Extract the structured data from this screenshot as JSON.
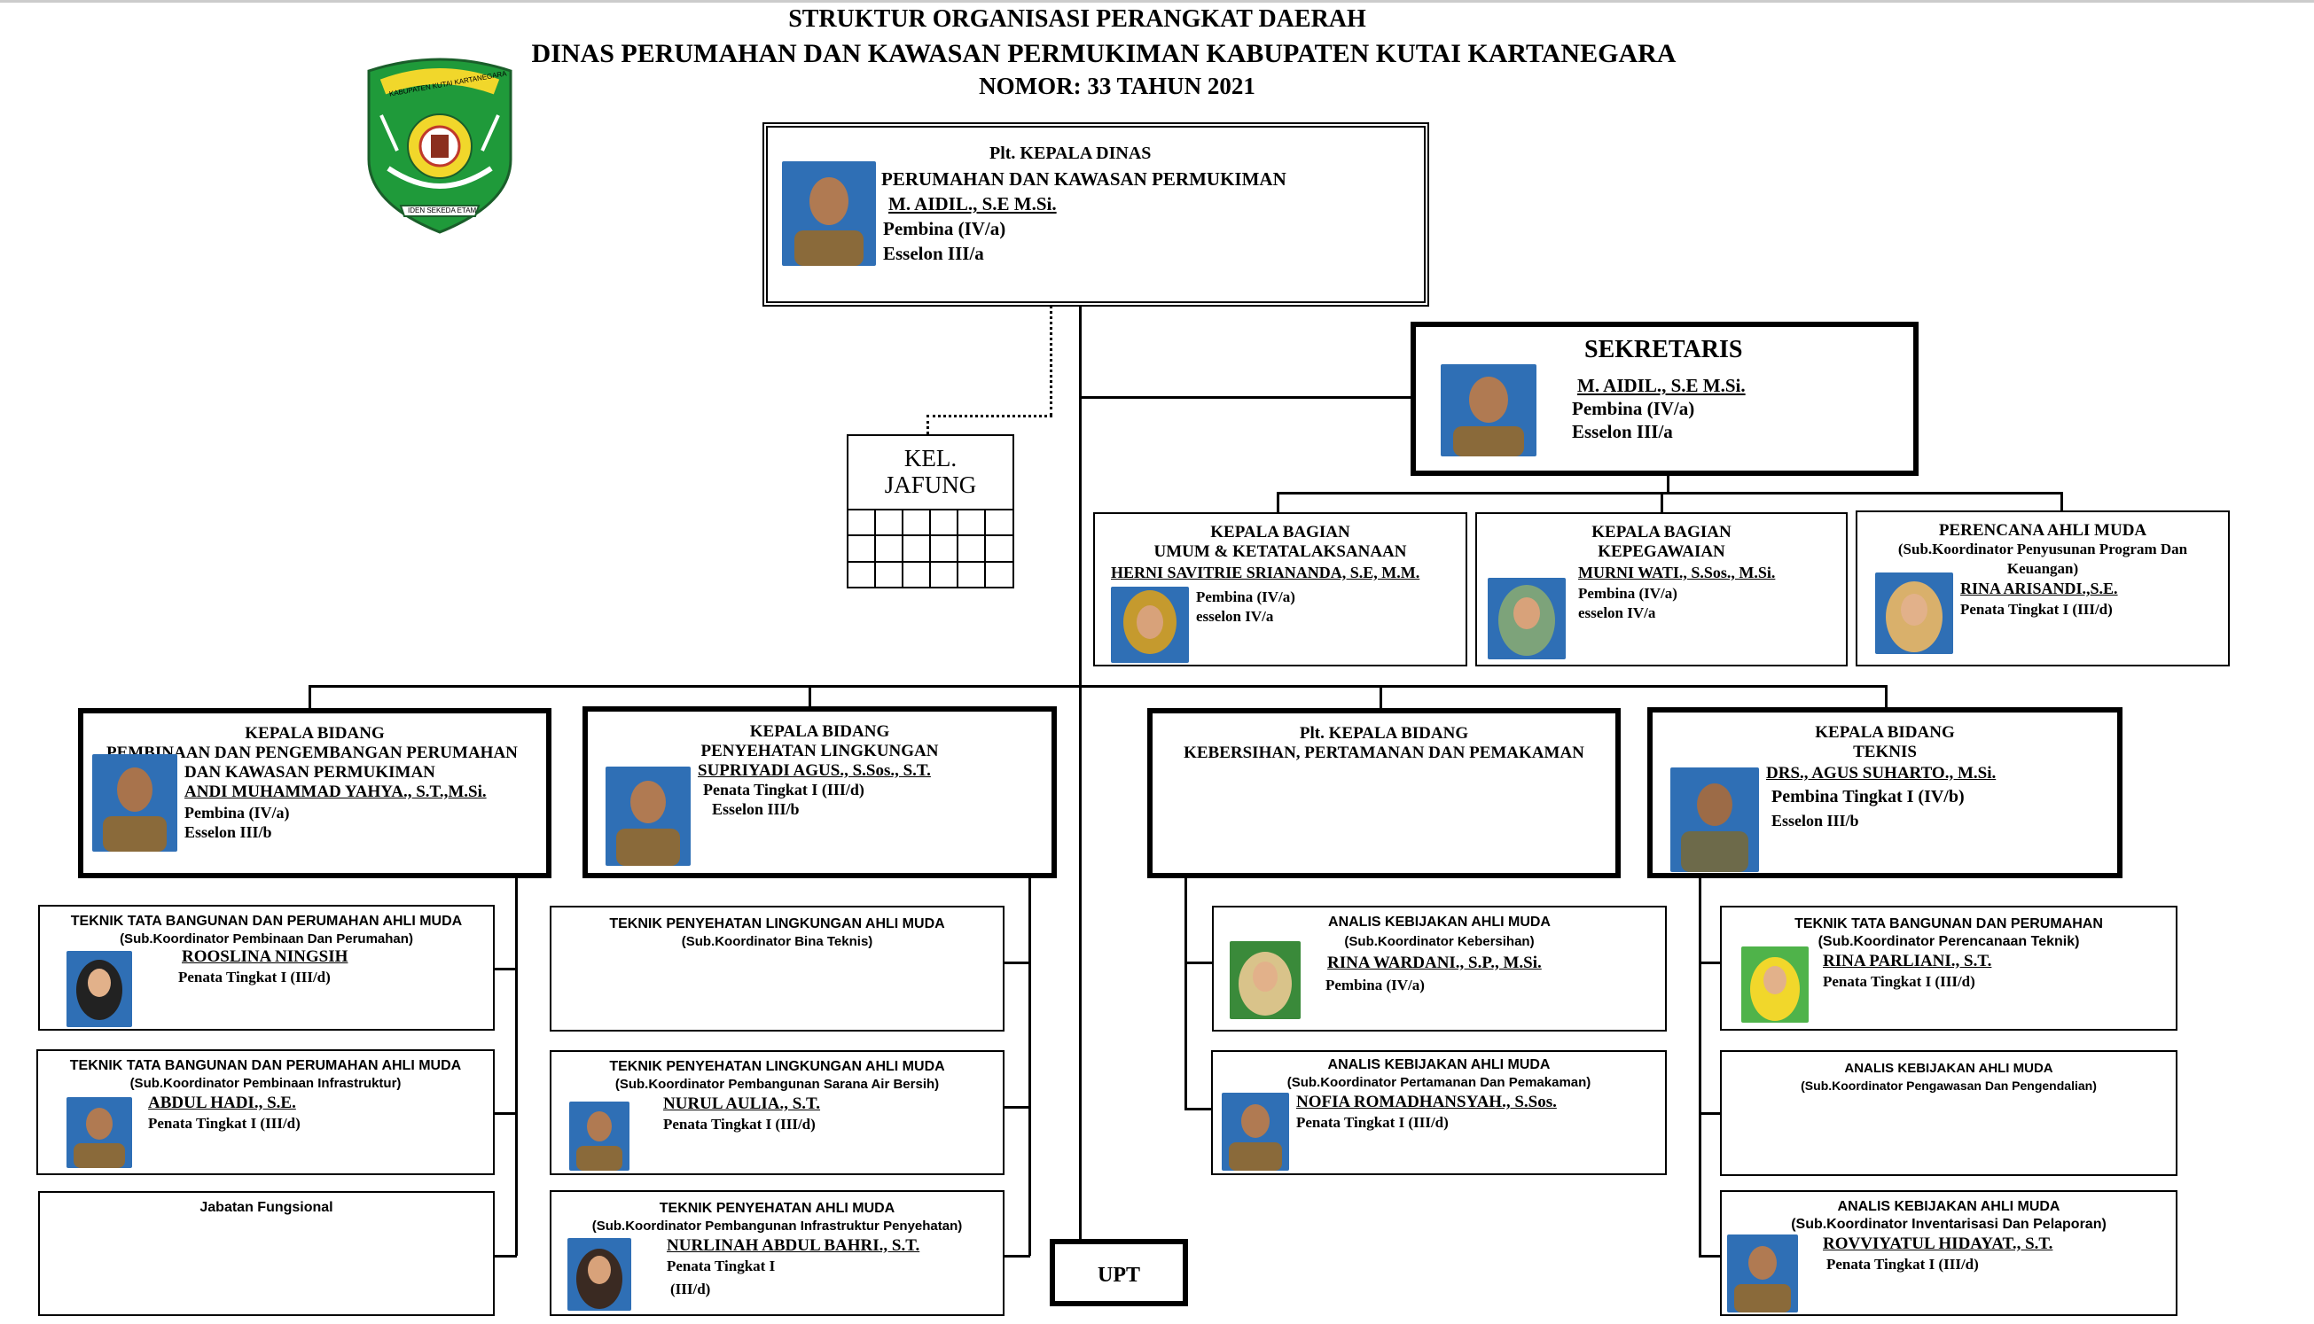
{
  "header": {
    "line1": "STRUKTUR ORGANISASI PERANGKAT DAERAH",
    "line2": "DINAS PERUMAHAN DAN KAWASAN PERMUKIMAN KABUPATEN KUTAI KARTANEGARA",
    "line3": "NOMOR: 33 TAHUN 2021"
  },
  "logo": {
    "top_text": "KABUPATEN KUTAI KARTANEGARA",
    "bottom_text": "IDEN SEKEDA ETAM"
  },
  "colors": {
    "logo_green": "#1f9a3a",
    "logo_yellow": "#f1d72b",
    "photo_blue": "#2f6fb5"
  },
  "kepala": {
    "title": "Plt. KEPALA  DINAS",
    "subtitle": "PERUMAHAN DAN KAWASAN PERMUKIMAN",
    "name": "M. AIDIL., S.E M.Si.",
    "rank": "Pembina (IV/a)",
    "esselon": "Esselon III/a"
  },
  "jafung": {
    "line1": "KEL.",
    "line2": "JAFUNG"
  },
  "sekretaris": {
    "title": "SEKRETARIS",
    "name": "M. AIDIL., S.E M.Si.",
    "rank": "Pembina (IV/a)",
    "esselon": "Esselon III/a"
  },
  "bagian": [
    {
      "l1": "KEPALA BAGIAN",
      "l2": "UMUM & KETATALAKSANAAN",
      "name": "HERNI SAVITRIE SRIANANDA, S.E, M.M.",
      "rank": "Pembina (IV/a)",
      "esselon": "esselon IV/a"
    },
    {
      "l1": "KEPALA BAGIAN",
      "l2": "KEPEGAWAIAN",
      "name": "MURNI WATI., S.Sos., M.Si.",
      "rank": "Pembina (IV/a)",
      "esselon": "esselon IV/a"
    },
    {
      "l1": "PERENCANA AHLI MUDA",
      "l2": "(Sub.Koordinator Penyusunan Program Dan",
      "l3": "Keuangan)",
      "name": "RINA ARISANDI.,S.E.",
      "rank": "Penata Tingkat I  (III/d)"
    }
  ],
  "bidang": [
    {
      "l1": "KEPALA BIDANG",
      "l2": "PEMBINAAN DAN PENGEMBANGAN PERUMAHAN",
      "l3": "DAN KAWASAN PERMUKIMAN",
      "name": "ANDI MUHAMMAD YAHYA., S.T.,M.Si.",
      "rank": "Pembina (IV/a)",
      "esselon": "Esselon III/b"
    },
    {
      "l1": "KEPALA BIDANG",
      "l2": "PENYEHATAN LINGKUNGAN",
      "name": "SUPRIYADI AGUS., S.Sos., S.T.",
      "rank": "Penata Tingkat I  (III/d)",
      "esselon": "Esselon III/b"
    },
    {
      "l1": "Plt. KEPALA BIDANG",
      "l2": "KEBERSIHAN, PERTAMANAN DAN PEMAKAMAN"
    },
    {
      "l1": "KEPALA BIDANG",
      "l2": "TEKNIS",
      "name": "DRS., AGUS SUHARTO., M.Si.",
      "rank": "Pembina Tingkat I (IV/b)",
      "esselon": "Esselon III/b"
    }
  ],
  "col1": [
    {
      "title": "TEKNIK TATA BANGUNAN DAN PERUMAHAN AHLI MUDA",
      "sub": "(Sub.Koordinator Pembinaan Dan Perumahan)",
      "name": "ROOSLINA NINGSIH",
      "rank": "Penata Tingkat I  (III/d)"
    },
    {
      "title": "TEKNIK TATA BANGUNAN DAN PERUMAHAN AHLI MUDA",
      "sub": "(Sub.Koordinator Pembinaan Infrastruktur)",
      "name": "ABDUL HADI., S.E.",
      "rank": "Penata Tingkat I  (III/d)"
    },
    {
      "title": "Jabatan Fungsional"
    }
  ],
  "col2": [
    {
      "title": "TEKNIK PENYEHATAN LINGKUNGAN AHLI MUDA",
      "sub": "(Sub.Koordinator Bina Teknis)"
    },
    {
      "title": "TEKNIK PENYEHATAN LINGKUNGAN AHLI MUDA",
      "sub": "(Sub.Koordinator Pembangunan Sarana Air Bersih)",
      "name": "NURUL AULIA., S.T.",
      "rank": "Penata Tingkat I  (III/d)"
    },
    {
      "title": "TEKNIK PENYEHATAN AHLI MUDA",
      "sub": "(Sub.Koordinator Pembangunan Infrastruktur Penyehatan)",
      "name": "NURLINAH ABDUL BAHRI., S.T.",
      "rank": "Penata Tingkat I",
      "rank2": "(III/d)"
    }
  ],
  "col3": [
    {
      "title": "ANALIS KEBIJAKAN AHLI MUDA",
      "sub": "(Sub.Koordinator Kebersihan)",
      "name": "RINA WARDANI., S.P., M.Si.",
      "rank": "Pembina (IV/a)"
    },
    {
      "title": "ANALIS KEBIJAKAN AHLI MUDA",
      "sub": "(Sub.Koordinator Pertamanan Dan Pemakaman)",
      "name": "NOFIA ROMADHANSYAH., S.Sos.",
      "rank": "Penata Tingkat I  (III/d)"
    }
  ],
  "col4": [
    {
      "title": "TEKNIK TATA BANGUNAN DAN PERUMAHAN",
      "sub": "(Sub.Koordinator Perencanaan Teknik)",
      "name": "RINA PARLIANI., S.T.",
      "rank": "Penata Tingkat I  (III/d)"
    },
    {
      "title": "ANALIS KEBIJAKAN AHLI MUDA",
      "sub": "(Sub.Koordinator Pengawasan Dan Pengendalian)"
    },
    {
      "title": "ANALIS KEBIJAKAN AHLI MUDA",
      "sub": "(Sub.Koordinator Inventarisasi Dan Pelaporan)",
      "name": "ROVVIYATUL HIDAYAT., S.T.",
      "rank": "Penata Tingkat I  (III/d)"
    }
  ],
  "upt": "UPT"
}
